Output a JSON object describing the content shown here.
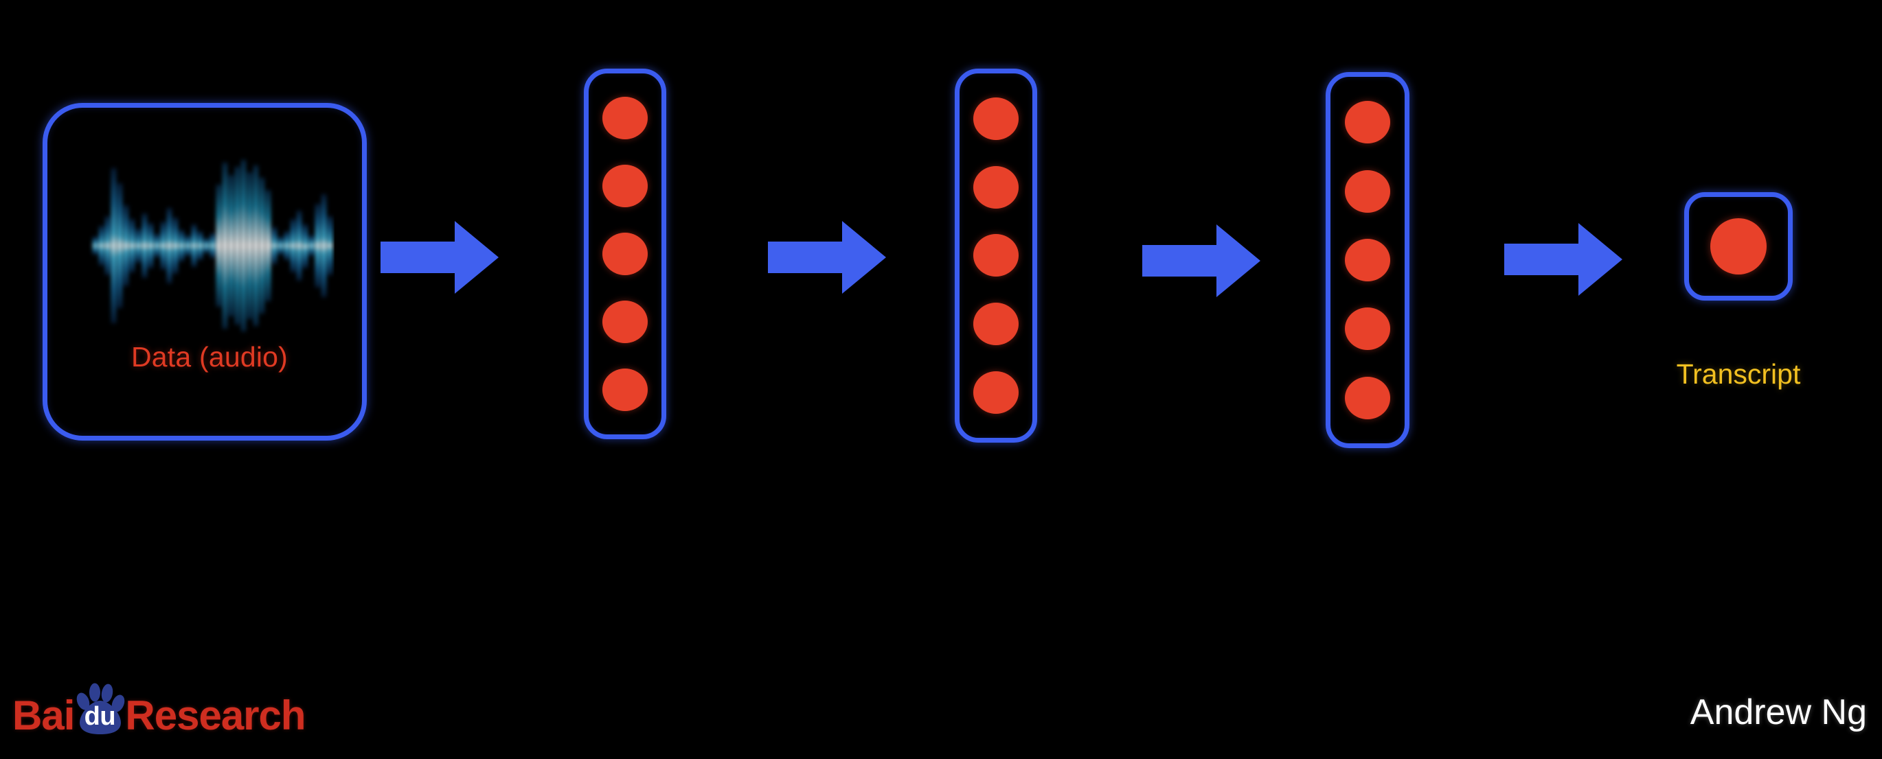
{
  "slide": {
    "background_color": "#000000",
    "title_semantic": "end-to-end deep learning speech pipeline"
  },
  "input_panel": {
    "name": "data-audio",
    "label": "Data (audio)",
    "label_color": "#e03a23",
    "border_color": "#3b5cf0",
    "waveform_icon": "audio-waveform-icon",
    "waveform_colors": [
      "#0a2a50",
      "#1f7fa8",
      "#7fdff0",
      "#ffffff"
    ]
  },
  "arrows": [
    {
      "name": "arrow-1",
      "icon": "arrow-right-icon",
      "color": "#4060ef"
    },
    {
      "name": "arrow-2",
      "icon": "arrow-right-icon",
      "color": "#4060ef"
    },
    {
      "name": "arrow-3",
      "icon": "arrow-right-icon",
      "color": "#4060ef"
    },
    {
      "name": "arrow-4",
      "icon": "arrow-right-icon",
      "color": "#4060ef"
    }
  ],
  "layers": [
    {
      "name": "hidden-layer-1",
      "neuron_count": 5,
      "neuron_color": "#e8412a",
      "border_color": "#3b5cf0"
    },
    {
      "name": "hidden-layer-2",
      "neuron_count": 5,
      "neuron_color": "#e8412a",
      "border_color": "#3b5cf0"
    },
    {
      "name": "hidden-layer-3",
      "neuron_count": 5,
      "neuron_color": "#e8412a",
      "border_color": "#3b5cf0"
    }
  ],
  "output_panel": {
    "name": "transcript",
    "label": "Transcript",
    "label_color": "#f2c021",
    "neuron_count": 1,
    "neuron_color": "#e8412a",
    "border_color": "#3b5cf0"
  },
  "footer": {
    "logo": {
      "word_1": "Bai",
      "paw_text": "du",
      "word_2": "Research",
      "text_color": "#cf2e20",
      "paw_color": "#2e3f91",
      "paw_text_color": "#ffffff",
      "icon": "baidu-paw-icon"
    },
    "presenter": "Andrew Ng",
    "presenter_color": "#ffffff"
  }
}
